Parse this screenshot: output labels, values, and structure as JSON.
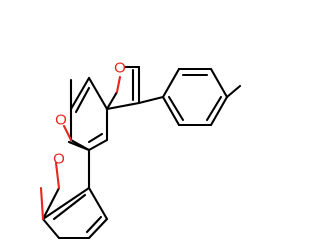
{
  "molecule": {
    "heteroatom_color": "#e8251f",
    "bond_color": "#000000",
    "atoms": {
      "furan_oxygen": "O",
      "lactone_ring_oxygen": "O",
      "carbonyl_oxygen": "O"
    }
  }
}
